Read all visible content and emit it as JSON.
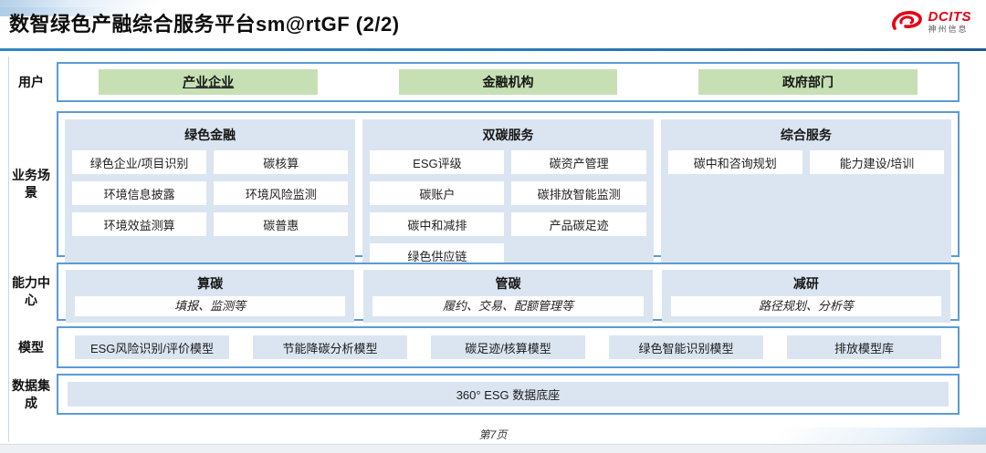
{
  "header": {
    "title": "数智绿色产融综合服务平台sm@rtGF (2/2)",
    "logo": {
      "brand": "DCITS",
      "subtitle": "神州信息"
    }
  },
  "rows": {
    "users": {
      "label": "用户",
      "items": [
        "产业企业",
        "金融机构",
        "政府部门"
      ]
    },
    "scenarios": {
      "label": "业务场景",
      "columns": [
        {
          "title": "绿色金融",
          "items": [
            "绿色企业/项目识别",
            "碳核算",
            "环境信息披露",
            "环境风险监测",
            "环境效益测算",
            "碳普惠"
          ]
        },
        {
          "title": "双碳服务",
          "items": [
            "ESG评级",
            "碳资产管理",
            "碳账户",
            "碳排放智能监测",
            "碳中和减排",
            "产品碳足迹",
            "绿色供应链"
          ]
        },
        {
          "title": "综合服务",
          "items": [
            "碳中和咨询规划",
            "能力建设/培训"
          ]
        }
      ]
    },
    "capabilities": {
      "label": "能力中心",
      "items": [
        {
          "title": "算碳",
          "desc": "填报、监测等"
        },
        {
          "title": "管碳",
          "desc": "履约、交易、配额管理等"
        },
        {
          "title": "减研",
          "desc": "路径规划、分析等"
        }
      ]
    },
    "models": {
      "label": "模型",
      "items": [
        "ESG风险识别/评价模型",
        "节能降碳分析模型",
        "碳足迹/核算模型",
        "绿色智能识别模型",
        "排放模型库"
      ]
    },
    "data_integration": {
      "label": "数据集成",
      "items": [
        "360° ESG 数据底座"
      ]
    }
  },
  "footer": {
    "page": "第7页"
  },
  "colors": {
    "border_blue": "#5b9bd5",
    "panel_blue": "#dbe5f1",
    "green": "#c6e0b4",
    "accent_line": "#2878b8",
    "logo_red": "#e60014"
  }
}
